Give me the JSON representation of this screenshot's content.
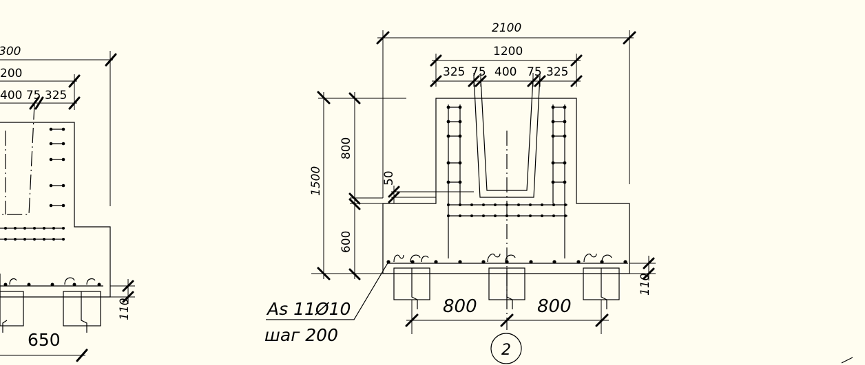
{
  "colors": {
    "background": "#fffdf0",
    "lines": "#000000"
  },
  "right_detail": {
    "dim_total_width": "2100",
    "dim_column_width": "1200",
    "dim_parts": [
      "325",
      "75",
      "400",
      "75",
      "325"
    ],
    "dim_total_height": "1500",
    "dim_upper_height": "800",
    "dim_lower_height": "600",
    "dim_offset": "50",
    "dim_pad_height": "110",
    "dim_spacing_left": "800",
    "dim_spacing_right": "800",
    "rebar_label": "As 11Ø10",
    "rebar_step": "шаг 200",
    "axis_marker": "2"
  },
  "left_detail": {
    "dim_total_width_partial": "300",
    "dim_column_width_partial": "200",
    "dim_parts_partial": "400  75 325",
    "dim_pad_height": "110",
    "dim_spacing": "650"
  }
}
